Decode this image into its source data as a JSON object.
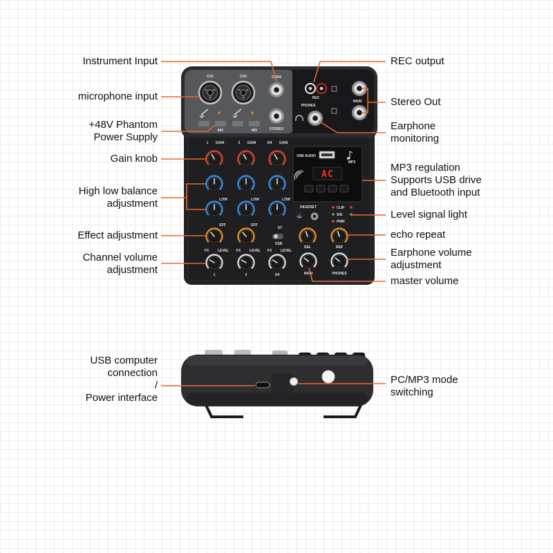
{
  "callouts": {
    "left": {
      "instrument_input": [
        "Instrument Input"
      ],
      "microphone_input": [
        "microphone input"
      ],
      "phantom_power": [
        "+48V Phantom",
        "Power Supply"
      ],
      "gain_knob": [
        "Gain knob"
      ],
      "high_low_balance": [
        "High low balance",
        "adjustment"
      ],
      "effect_adjustment": [
        "Effect adjustment"
      ],
      "channel_volume": [
        "Channel volume",
        "adjustment"
      ],
      "usb_power": [
        "USB computer",
        "connection",
        "/",
        "Power interface"
      ]
    },
    "right": {
      "rec_output": [
        "REC output"
      ],
      "stereo_out": [
        "Stereo Out"
      ],
      "earphone_monitoring": [
        "Earphone",
        "monitoring"
      ],
      "mp3_regulation": [
        "MP3 regulation",
        "Supports USB drive",
        "and Bluetooth input"
      ],
      "level_signal_light": [
        "Level signal light"
      ],
      "echo_repeat": [
        "echo repeat"
      ],
      "earphone_volume": [
        "Earphone volume",
        "adjustment"
      ],
      "master_volume": [
        "master volume"
      ],
      "pc_mp3_switching": [
        "PC/MP3 mode",
        "switching"
      ]
    }
  },
  "device": {
    "inputs": {
      "ch1": "CH1",
      "ch2": "CH2",
      "ch34": "CH3/4",
      "stereo": "STEREO",
      "phantom": "48V"
    },
    "outputs": {
      "rec": "REC",
      "phones": "PHONES",
      "main": "MAIN"
    },
    "channels": [
      "1",
      "2",
      "3/4"
    ],
    "knob_labels": {
      "gain": "GAIN",
      "low": "LOW",
      "eff": "EFF",
      "fx": "FX",
      "level": "LEVEL",
      "del": "DEL",
      "rep": "REP",
      "main": "MAIN",
      "phones": "PHONES"
    },
    "switch": {
      "st": "ST",
      "usb": "USB"
    },
    "mp3": {
      "usb_audio": "USB AUDIO",
      "mp3": "MP3",
      "display": "AC"
    },
    "leds": {
      "clip": "CLIP",
      "sig": "SIG",
      "pwr": "PWR"
    },
    "headset": "HEADSET"
  },
  "icons": [
    "music-note-icon",
    "signal-icon",
    "headphone-icon"
  ],
  "colors": {
    "accent": "#e8692b",
    "knob_gain": "#d8432c",
    "knob_eq": "#2e8fe3",
    "knob_effect": "#e58a23",
    "knob_level": "#d9d9d9",
    "led_red": "#ff3b30",
    "led_green": "#34c759"
  }
}
